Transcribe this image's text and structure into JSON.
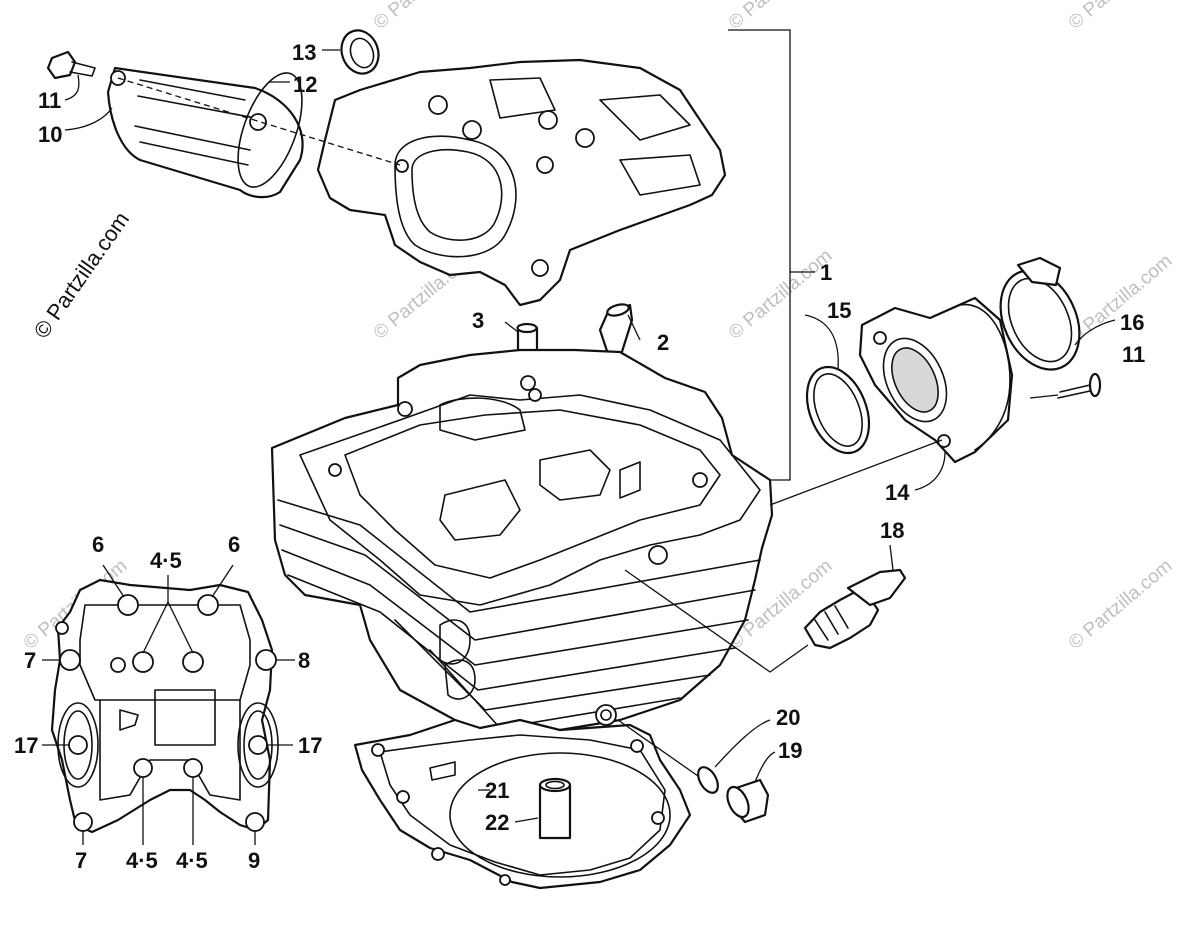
{
  "watermark": {
    "main": "© Partzilla.com",
    "repeat": "© Partzilla.com"
  },
  "callouts": [
    {
      "id": "c1",
      "text": "1"
    },
    {
      "id": "c2",
      "text": "2"
    },
    {
      "id": "c3",
      "text": "3"
    },
    {
      "id": "c6a",
      "text": "6"
    },
    {
      "id": "c6b",
      "text": "6"
    },
    {
      "id": "c45a",
      "text": "4·5"
    },
    {
      "id": "c45b",
      "text": "4·5"
    },
    {
      "id": "c45c",
      "text": "4·5"
    },
    {
      "id": "c7a",
      "text": "7"
    },
    {
      "id": "c7b",
      "text": "7"
    },
    {
      "id": "c8",
      "text": "8"
    },
    {
      "id": "c9",
      "text": "9"
    },
    {
      "id": "c10",
      "text": "10"
    },
    {
      "id": "c11a",
      "text": "11"
    },
    {
      "id": "c11b",
      "text": "11"
    },
    {
      "id": "c12",
      "text": "12"
    },
    {
      "id": "c13",
      "text": "13"
    },
    {
      "id": "c14",
      "text": "14"
    },
    {
      "id": "c15",
      "text": "15"
    },
    {
      "id": "c16",
      "text": "16"
    },
    {
      "id": "c17a",
      "text": "17"
    },
    {
      "id": "c17b",
      "text": "17"
    },
    {
      "id": "c18",
      "text": "18"
    },
    {
      "id": "c19",
      "text": "19"
    },
    {
      "id": "c20",
      "text": "20"
    },
    {
      "id": "c21",
      "text": "21"
    },
    {
      "id": "c22",
      "text": "22"
    }
  ]
}
